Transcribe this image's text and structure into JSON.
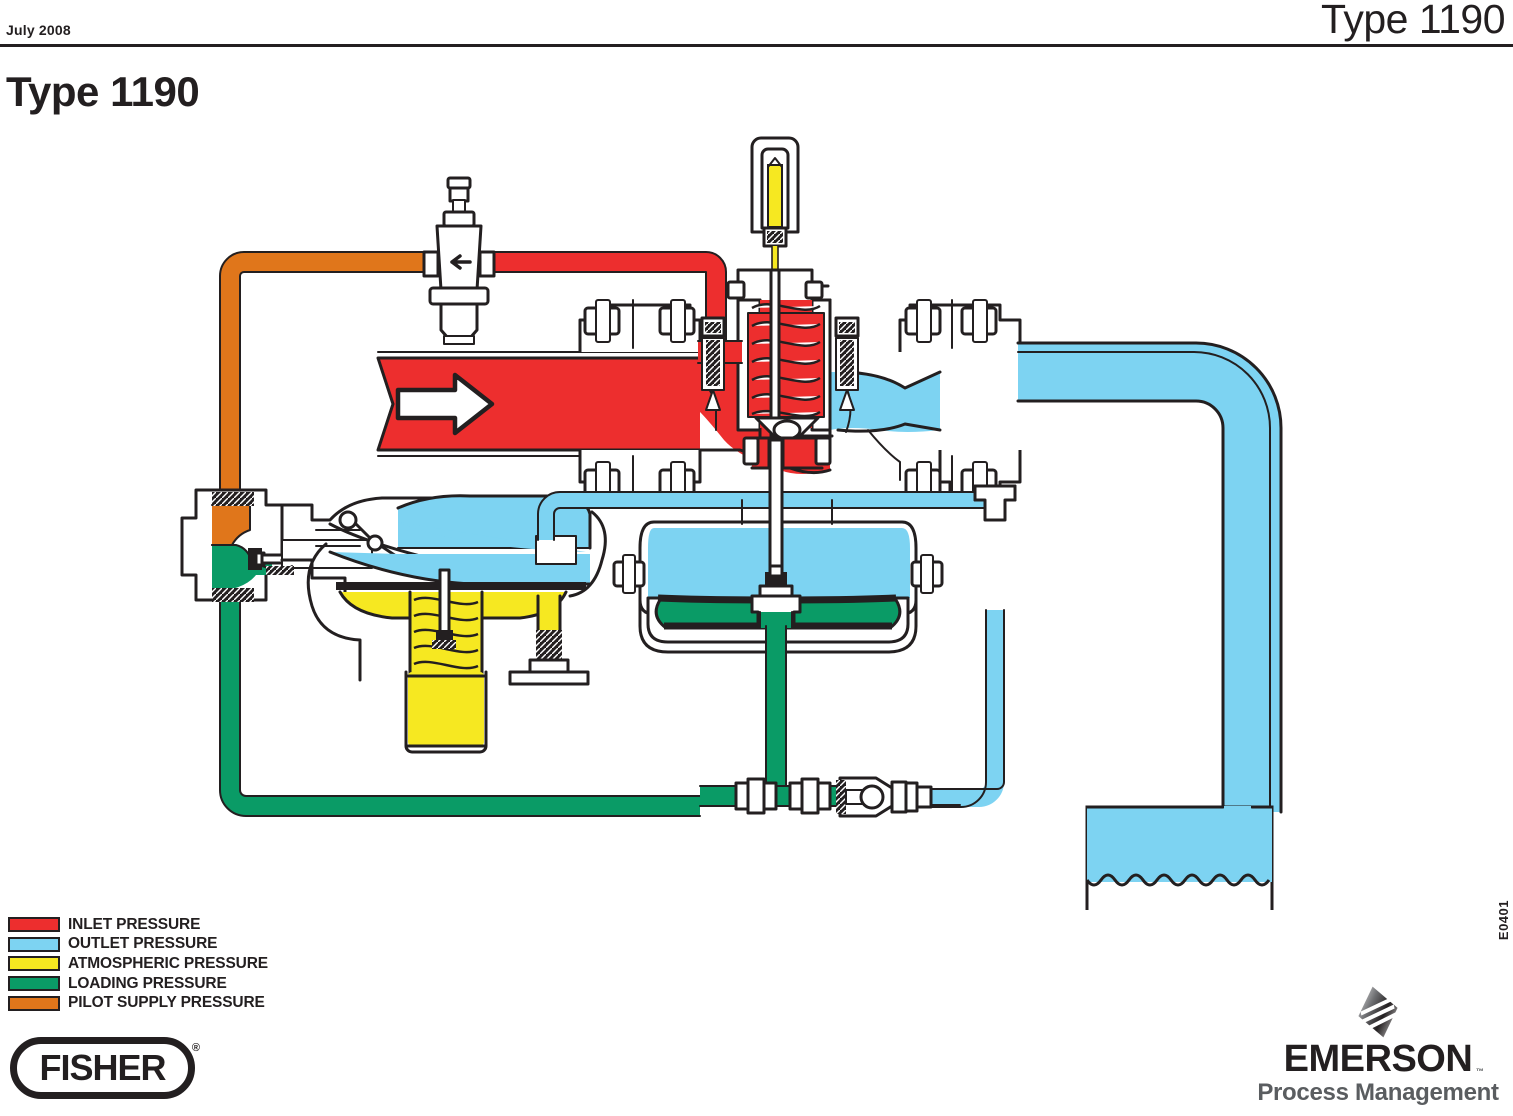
{
  "header": {
    "date": "July 2008",
    "running_title": "Type 1190",
    "page_title": "Type 1190"
  },
  "figure": {
    "code": "E0401",
    "flow_arrow": "right-arrow",
    "filter_arrow": "left-arrow"
  },
  "legend": {
    "items": [
      {
        "label": "INLET PRESSURE",
        "color": "#ed2e2e"
      },
      {
        "label": "OUTLET PRESSURE",
        "color": "#7dd3f2"
      },
      {
        "label": "ATMOSPHERIC PRESSURE",
        "color": "#f6e821"
      },
      {
        "label": "LOADING PRESSURE",
        "color": "#0a9b66"
      },
      {
        "label": "PILOT SUPPLY PRESSURE",
        "color": "#e0761b"
      }
    ]
  },
  "fisher": {
    "wordmark": "FISHER",
    "registered": "®"
  },
  "emerson": {
    "wordmark": "EMERSON",
    "trademark": "™",
    "tagline": "Process Management"
  },
  "colors": {
    "inlet": "#ed2e2e",
    "outlet": "#7dd3f2",
    "atmospheric": "#f6e821",
    "loading": "#0a9b66",
    "pilot": "#e0761b",
    "line": "#231f20",
    "background": "#ffffff"
  }
}
